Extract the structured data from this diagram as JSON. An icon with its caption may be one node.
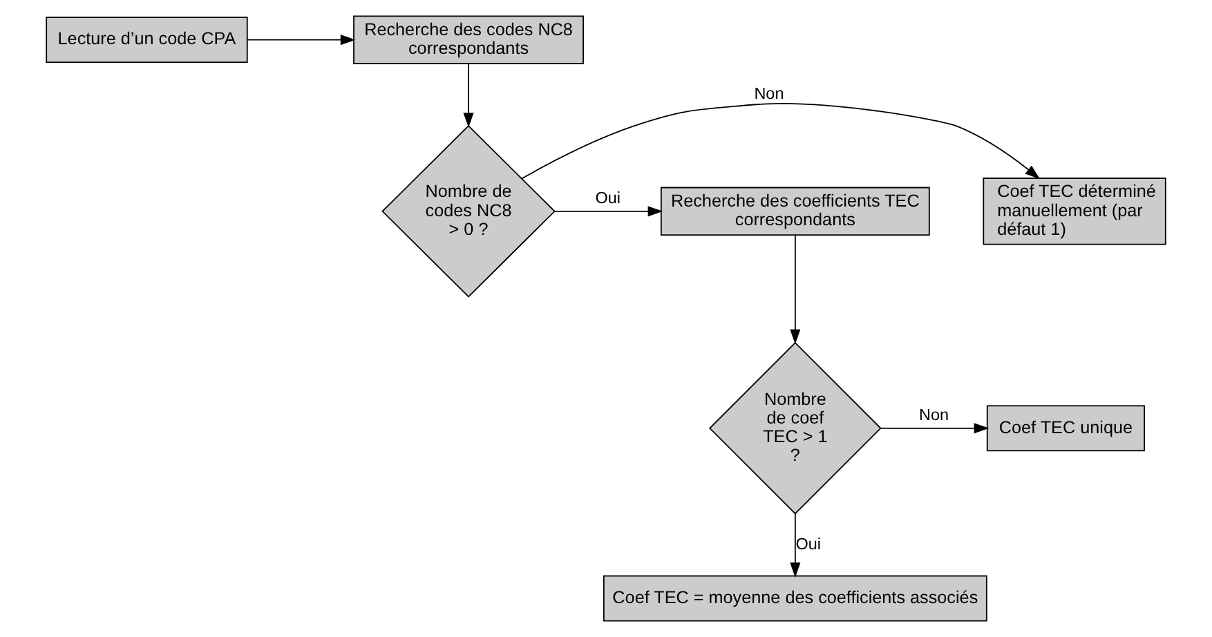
{
  "diagram": {
    "nodes": [
      {
        "text": [
          "Lecture d’un code CPA"
        ]
      },
      {
        "text": [
          "Recherche des codes NC8 correspondants"
        ]
      },
      {
        "text": [
          "Nombre de codes NC8 > 0 ?"
        ]
      },
      {
        "text": [
          "Coef TEC déterminé manuellement (par défaut 1)"
        ]
      },
      {
        "text": [
          "Recherche des coefficients TEC correspondants"
        ]
      },
      {
        "text": [
          "Nombre de coef TEC > 1 ?"
        ]
      },
      {
        "text": [
          "Coef TEC unique"
        ]
      },
      {
        "text": [
          "Coef TEC = moyenne des coefficients associés"
        ]
      }
    ],
    "edges": [
      {
        "from": 0,
        "to": 1,
        "arrow": "to"
      },
      {
        "from": 1,
        "to": 2,
        "arrow": "to"
      },
      {
        "from": 2,
        "to": 4,
        "arrow": "to",
        "label": "Oui"
      },
      {
        "from": 2,
        "to": 3,
        "arrow": "to",
        "label": "Non"
      },
      {
        "from": 4,
        "to": 5,
        "arrow": "to"
      },
      {
        "from": 5,
        "to": 6,
        "arrow": "to",
        "label": "Non"
      },
      {
        "from": 5,
        "to": 7,
        "arrow": "to",
        "label": "Oui"
      }
    ]
  }
}
